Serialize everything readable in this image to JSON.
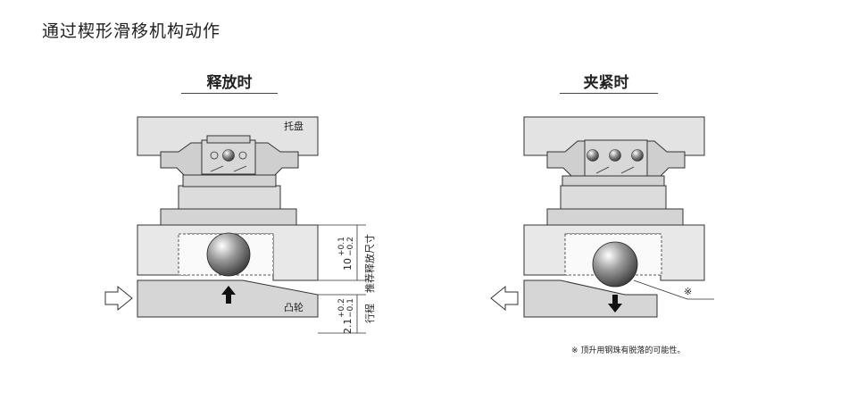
{
  "title": "通过楔形滑移机构动作",
  "panels": {
    "release": {
      "title": "释放时",
      "pallet_label": "托盘",
      "cam_label": "凸轮",
      "dim_release": "10",
      "dim_release_tol_upper": "+0.1",
      "dim_release_tol_lower": "−0.2",
      "dim_release_label": "推荐释放尺寸",
      "dim_stroke": "2.1",
      "dim_stroke_tol_upper": "+0.2",
      "dim_stroke_tol_lower": "−0.1",
      "dim_stroke_label": "行程"
    },
    "clamp": {
      "title": "夹紧时",
      "mark": "※"
    }
  },
  "footnote": "※ 顶升用钢珠有脱落的可能性。",
  "colors": {
    "pallet": "#e3e3e3",
    "body": "#d9d9d9",
    "cam": "#d6d6d6",
    "outline": "#333333"
  }
}
